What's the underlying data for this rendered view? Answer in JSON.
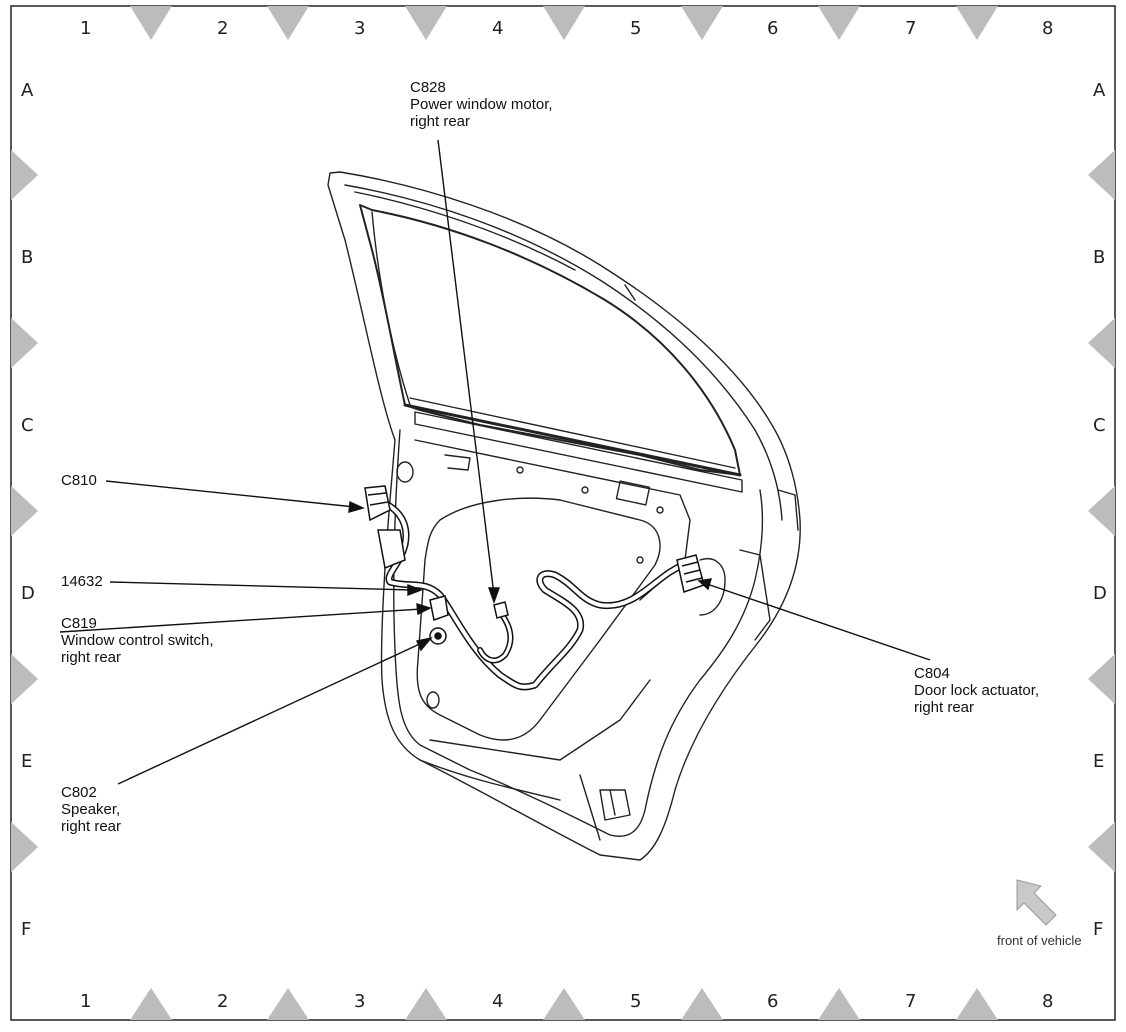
{
  "grid": {
    "columns": [
      "1",
      "2",
      "3",
      "4",
      "5",
      "6",
      "7",
      "8"
    ],
    "rows": [
      "A",
      "B",
      "C",
      "D",
      "E",
      "F"
    ]
  },
  "callouts": {
    "c828": {
      "id": "C828",
      "line1": "Power window motor,",
      "line2": "right rear"
    },
    "c810": {
      "id": "C810"
    },
    "p14632": {
      "id": "14632"
    },
    "c819": {
      "id": "C819",
      "line1": "Window control switch,",
      "line2": "right rear"
    },
    "c802": {
      "id": "C802",
      "line1": "Speaker,",
      "line2": "right rear"
    },
    "c804": {
      "id": "C804",
      "line1": "Door lock actuator,",
      "line2": "right rear"
    }
  },
  "orientation": {
    "label": "front of vehicle",
    "icon": "arrow-icon"
  },
  "colors": {
    "border": "#000000",
    "marker": "#bcbcbc",
    "line": "#222222"
  }
}
